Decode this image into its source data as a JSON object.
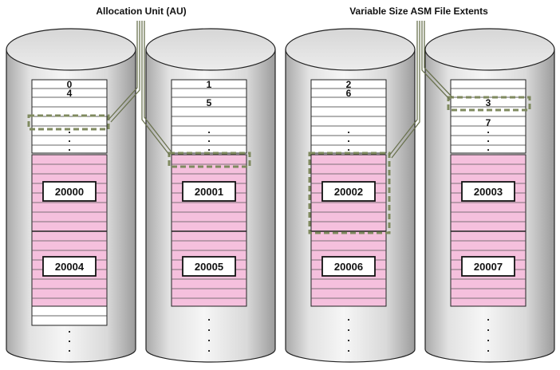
{
  "labels": {
    "allocation_unit": "Allocation Unit (AU)",
    "variable_extents": "Variable Size ASM File Extents"
  },
  "colors": {
    "extent_fill": "#f5c0dd",
    "highlight": "#7f8a5f",
    "disk_stroke": "#222222"
  },
  "disks": [
    {
      "au_numbers": [
        "0",
        "4"
      ],
      "extents": [
        "20000",
        "20004"
      ]
    },
    {
      "au_numbers": [
        "1",
        "5"
      ],
      "extents": [
        "20001",
        "20005"
      ]
    },
    {
      "au_numbers": [
        "2",
        "6"
      ],
      "extents": [
        "20002",
        "20006"
      ]
    },
    {
      "au_numbers": [
        "3",
        "7"
      ],
      "extents": [
        "20003",
        "20007"
      ]
    }
  ],
  "ellipsis": "."
}
